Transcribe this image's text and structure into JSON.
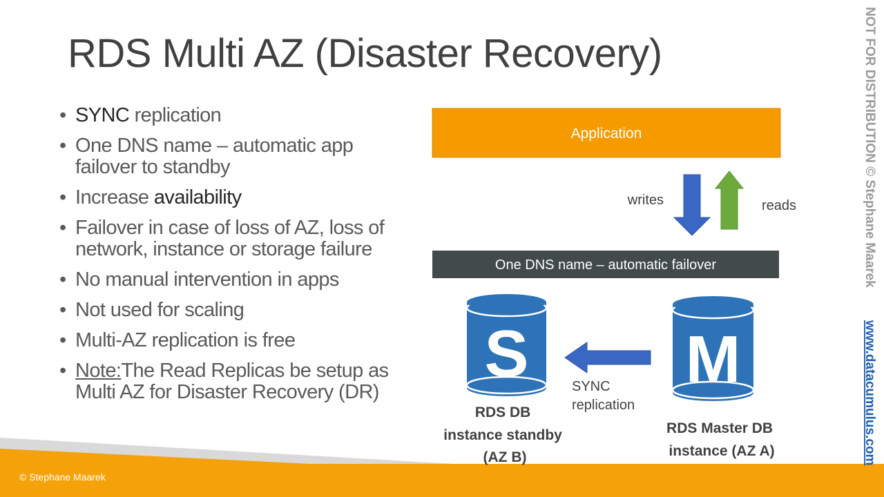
{
  "title": "RDS Multi AZ (Disaster Recovery)",
  "bullets": [
    {
      "bold": "SYNC",
      "text": " replication"
    },
    {
      "text": "One DNS name – automatic app failover to standby"
    },
    {
      "text": "Increase ",
      "bold": "availability"
    },
    {
      "text": "Failover in case of loss of AZ, loss of network, instance or storage failure"
    },
    {
      "text": "No manual intervention in apps"
    },
    {
      "text": "Not used for scaling"
    },
    {
      "text": "Multi-AZ replication is free"
    },
    {
      "underline": "Note:",
      "text": "The Read Replicas be setup as Multi AZ for Disaster Recovery (DR)"
    }
  ],
  "diagram": {
    "application_label": "Application",
    "writes_label": "writes",
    "reads_label": "reads",
    "dns_label": "One DNS name – automatic failover",
    "standby_db": {
      "letter": "S",
      "caption": [
        "RDS DB",
        "instance standby",
        "(AZ B)"
      ]
    },
    "master_db": {
      "letter": "M",
      "caption": [
        "RDS Master DB",
        "instance (AZ A)"
      ]
    },
    "sync_label": [
      "SYNC",
      "replication"
    ]
  },
  "watermark": {
    "notice": "NOT FOR DISTRIBUTION © Stephane Maarek",
    "url": "www.datacumulus.com"
  },
  "footer": "© Stephane Maarek",
  "colors": {
    "application": "#F59B00",
    "dns_bar": "#424A4A",
    "db_blue": "#2E73B8",
    "writes_arrow": "#3A67C4",
    "reads_arrow": "#6DAA3C",
    "footer_band": "#F5A20A"
  }
}
